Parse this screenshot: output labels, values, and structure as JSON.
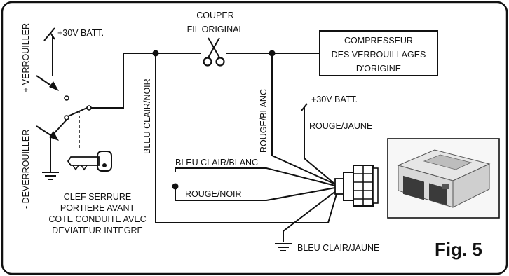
{
  "labels": {
    "plus_verrouiller": "+ VERROUILLER",
    "minus_deverrouiller": "- DEVERROUILLER",
    "batt_top": "+30V BATT.",
    "couper_line1": "COUPER",
    "couper_line2": "FIL ORIGINAL",
    "compressor_line1": "COMPRESSEUR",
    "compressor_line2": "DES VERROUILLAGES",
    "compressor_line3": "D'ORIGINE",
    "bleu_clair_noir": "BLEU CLAIR/NOIR",
    "rouge_blanc": "ROUGE/BLANC",
    "batt_right": "+30V BATT.",
    "rouge_jaune": "ROUGE/JAUNE",
    "bleu_clair_blanc": "BLEU CLAIR/BLANC",
    "rouge_noir": "ROUGE/NOIR",
    "clef_line1": "CLEF SERRURE",
    "clef_line2": "PORTIERE AVANT",
    "clef_line3": "COTE CONDUITE AVEC",
    "clef_line4": "DEVIATEUR INTEGRE",
    "bleu_clair_jaune": "BLEU CLAIR/JAUNE",
    "fig": "Fig. 5"
  },
  "icons": [
    "scissors-icon",
    "ground-icon",
    "key-icon",
    "switch-icon",
    "connector-icon",
    "module-photo"
  ]
}
